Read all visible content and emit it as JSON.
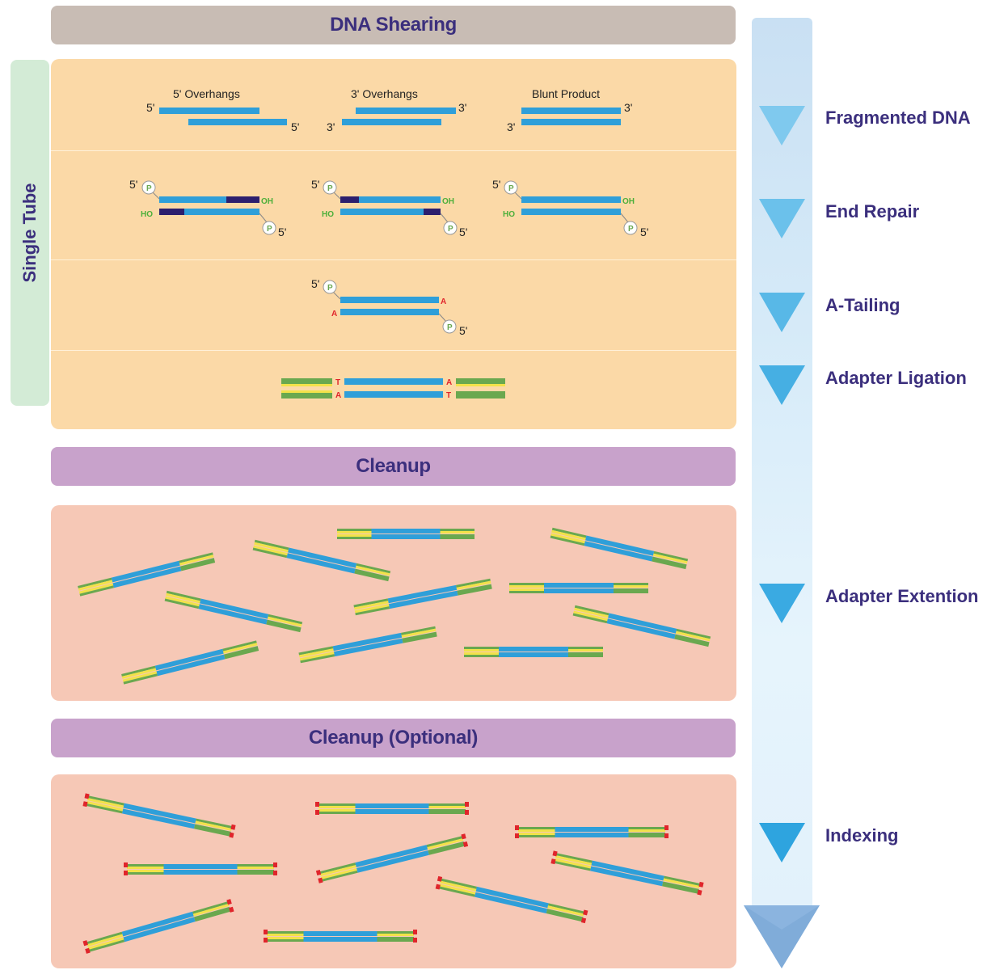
{
  "headers": {
    "dna_shearing": "DNA Shearing",
    "cleanup": "Cleanup",
    "cleanup_optional": "Cleanup (Optional)",
    "single_tube": "Single Tube"
  },
  "steps": [
    "Fragmented DNA",
    "End Repair",
    "A-Tailing",
    "Adapter Ligation",
    "Adapter Extention",
    "Indexing"
  ],
  "fragment_types": [
    "5' Overhangs",
    "3' Overhangs",
    "Blunt Product"
  ],
  "end_labels": {
    "five_prime": "5'",
    "three_prime": "3'",
    "phosphate": "P",
    "hydroxyl": "OH",
    "ho": "HO",
    "a": "A",
    "t": "T"
  },
  "colors": {
    "strand_blue": "#2f9fd9",
    "strand_dark": "#2c1f6e",
    "adapter_green": "#6aa84f",
    "adapter_yellow": "#f2e24a",
    "index_red": "#e0252b",
    "title_text": "#3b2f7d",
    "arrow_blue": "#49b6e6"
  }
}
